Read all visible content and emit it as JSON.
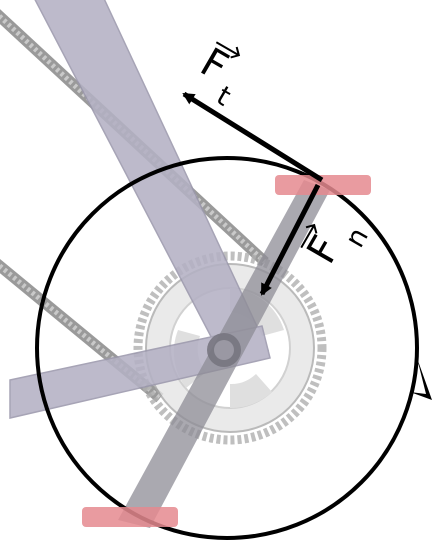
{
  "diagram": {
    "labels": {
      "tangential_force": {
        "main": "F",
        "sub": "t"
      },
      "normal_force": {
        "main": "F",
        "sub": "n"
      }
    },
    "colors": {
      "background": "#ffffff",
      "frame_tube": "#b4b1c4",
      "frame_outline": "#8f8ca0",
      "chain": "#8a8a8a",
      "chain_fill": "#bdbdbd",
      "chainring": "#d6d6d6",
      "chainring_outline": "#a5a5a5",
      "crank_arm": "#7f7f88",
      "pedal": "#e58a8f",
      "circle": "#000000",
      "force_arrow": "#000000"
    },
    "icons": {
      "pedal_top": "pedal-icon",
      "pedal_bottom": "pedal-icon",
      "rotation": "rotation-arrow-icon"
    }
  }
}
